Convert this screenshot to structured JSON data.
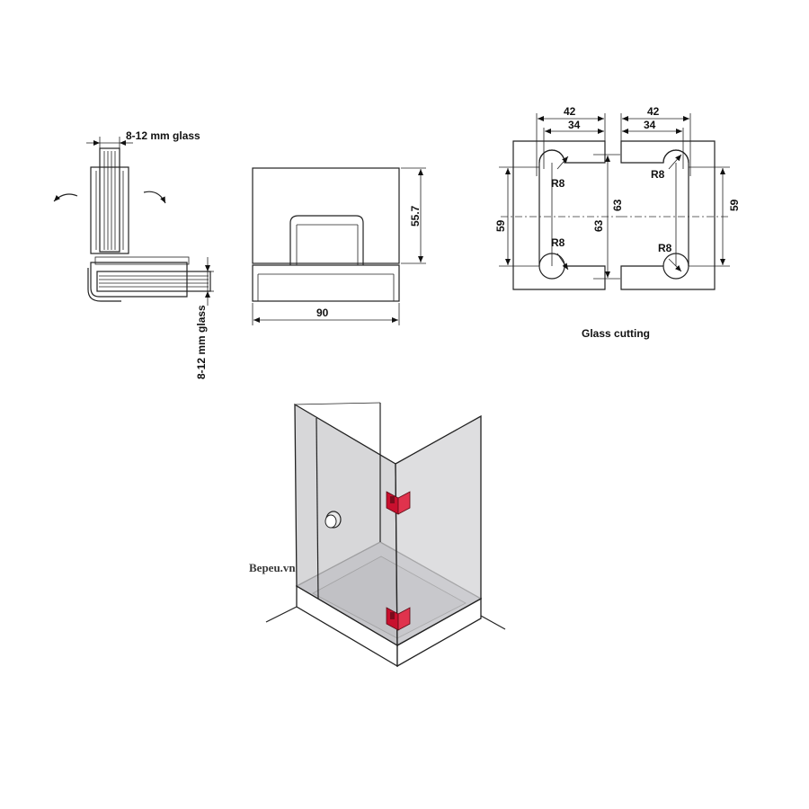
{
  "side_view": {
    "glass_label_top": "8-12 mm glass",
    "glass_label_side": "8-12 mm glass"
  },
  "front_view": {
    "height_dim": "55.7",
    "width_dim": "90"
  },
  "glass_cutting": {
    "title": "Glass cutting",
    "left_panel": {
      "dim_outer": "42",
      "dim_inner": "34",
      "radius_top": "R8",
      "radius_bottom": "R8",
      "height_outer": "59",
      "height_inner": "63"
    },
    "right_panel": {
      "dim_outer": "42",
      "dim_inner": "34",
      "radius_top": "R8",
      "radius_bottom": "R8",
      "height_inner": "63",
      "height_outer": "59"
    }
  },
  "illustration": {
    "watermark": "Bepeu.vn",
    "hinge_color": "#c8102e",
    "glass_color": "#c9c9cc"
  }
}
